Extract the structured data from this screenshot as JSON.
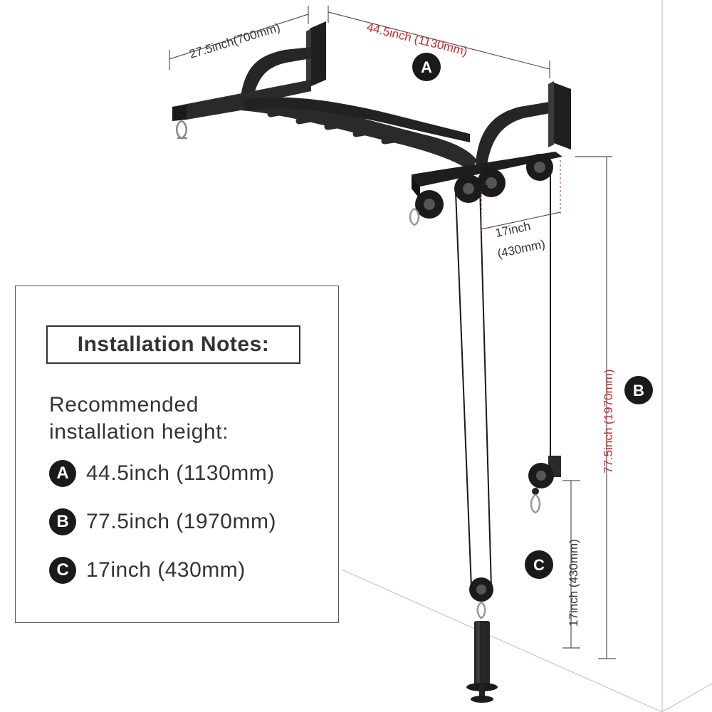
{
  "dimensions": {
    "width_a": "44.5inch (1130mm)",
    "depth": "27.5inch(700mm)",
    "pulley_offset_line1": "17inch",
    "pulley_offset_line2": "(430mm)",
    "height_b": "77.5inch (1970mm)",
    "height_c": "17inch (430mm)"
  },
  "badges": {
    "a": "A",
    "b": "B",
    "c": "C"
  },
  "notes": {
    "title": "Installation Notes:",
    "subtitle_line1": "Recommended",
    "subtitle_line2": "installation height:",
    "items": [
      {
        "badge": "A",
        "text": "44.5inch (1130mm)"
      },
      {
        "badge": "B",
        "text": "77.5inch (1970mm)"
      },
      {
        "badge": "C",
        "text": "17inch (430mm)"
      }
    ]
  },
  "colors": {
    "dimension_red": "#c8282b",
    "badge": "#1a1a1a",
    "frame": "#262626"
  }
}
